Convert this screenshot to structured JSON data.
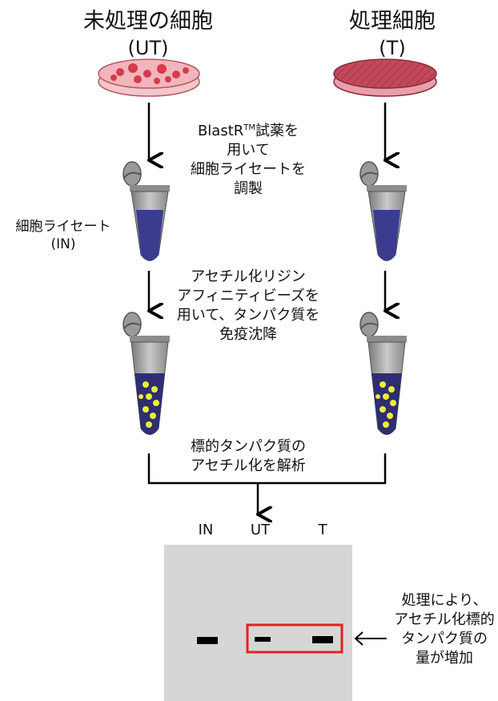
{
  "untreated": {
    "title": "未処理の細胞",
    "code": "(UT)"
  },
  "treated": {
    "title": "処理細胞",
    "code": "(T)"
  },
  "steps": {
    "lysate_prep": [
      "BlastR",
      "TM",
      "試薬を",
      "用いて",
      "細胞ライセートを",
      "調製"
    ],
    "ip": [
      "アセチル化リジン",
      "アフィニティビーズを",
      "用いて、タンパク質を",
      "免疫沈降"
    ],
    "analysis": [
      "標的タンパク質の",
      "アセチル化を解析"
    ]
  },
  "lysate_label": [
    "細胞ライセート",
    "(IN)"
  ],
  "blot": {
    "lanes": [
      "IN",
      "UT",
      "T"
    ]
  },
  "result_label": [
    "処理により、",
    "アセチル化標的",
    "タンパク質の",
    "量が増加"
  ],
  "colors": {
    "dish_untreated": "#e9707a",
    "dish_treated": "#c2485a",
    "tube_lysate": "#3c3c8e",
    "beads": "#ecec3a",
    "blot_background": "#d6d6d6",
    "highlight_box": "#e0231d"
  }
}
